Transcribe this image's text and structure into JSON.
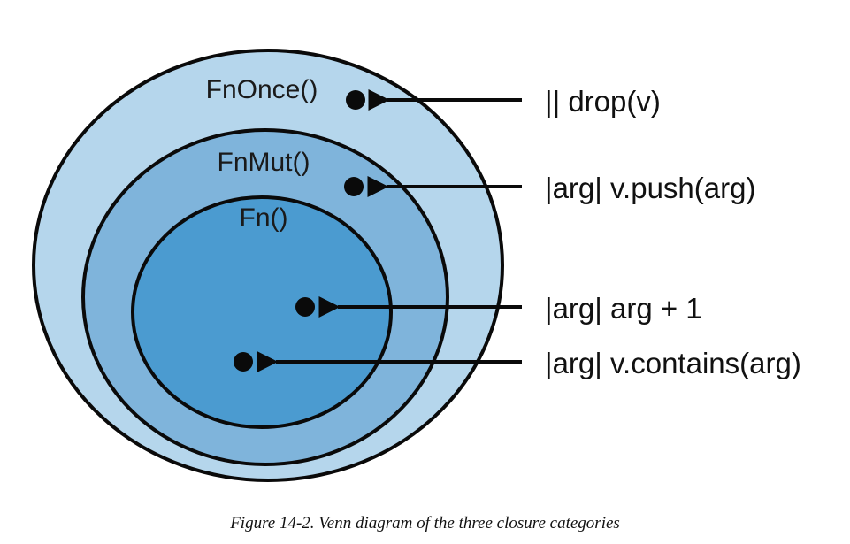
{
  "caption": "Figure 14-2. Venn diagram of the three closure categories",
  "sets": [
    {
      "name": "FnOnce()",
      "fill": "#b5d6ec"
    },
    {
      "name": "FnMut()",
      "fill": "#7fb4db"
    },
    {
      "name": "Fn()",
      "fill": "#4b9bd0"
    }
  ],
  "closures": [
    {
      "label": "|| drop(v)",
      "set": "FnOnce()"
    },
    {
      "label": "|arg| v.push(arg)",
      "set": "FnMut()"
    },
    {
      "label": "|arg| arg + 1",
      "set": "Fn()"
    },
    {
      "label": "|arg| v.contains(arg)",
      "set": "Fn()"
    }
  ],
  "colors": {
    "stroke": "#0a0a0a",
    "dot": "#0a0a0a",
    "arrow": "#0a0a0a"
  }
}
